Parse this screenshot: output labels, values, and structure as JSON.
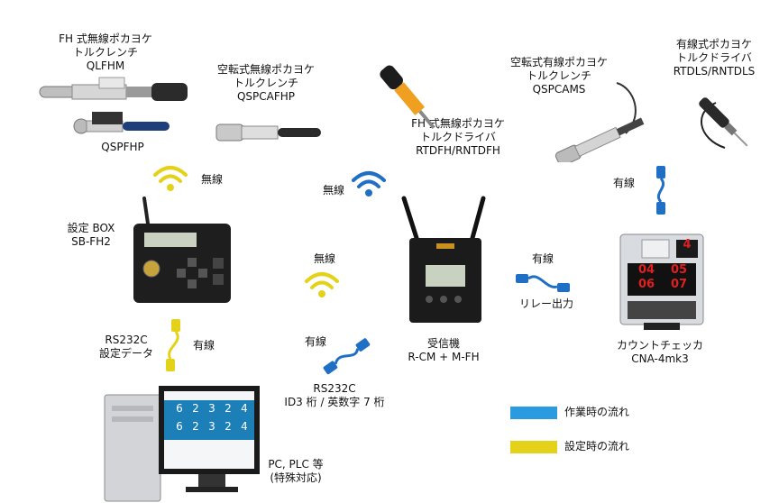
{
  "devices": {
    "qlfhm": {
      "lines": [
        "FH 式無線ポカヨケ",
        "トルクレンチ",
        "QLFHM"
      ]
    },
    "qspfhp": {
      "lines": [
        "QSPFHP"
      ]
    },
    "qspcafhp": {
      "lines": [
        "空転式無線ポカヨケ",
        "トルクレンチ",
        "QSPCAFHP"
      ]
    },
    "rtdfh": {
      "lines": [
        "FH 式無線ポカヨケ",
        "トルクドライバ",
        "RTDFH/RNTDFH"
      ]
    },
    "qspcams": {
      "lines": [
        "空転式有線ポカヨケ",
        "トルクレンチ",
        "QSPCAMS"
      ]
    },
    "rtdls": {
      "lines": [
        "有線式ポカヨケ",
        "トルクドライバ",
        "RTDLS/RNTDLS"
      ]
    },
    "sbfh2": {
      "lines": [
        "設定 BOX",
        "SB-FH2"
      ]
    },
    "receiver": {
      "lines": [
        "受信機",
        "R-CM + M-FH"
      ]
    },
    "cna": {
      "lines": [
        "カウントチェッカ",
        "CNA-4mk3"
      ],
      "display": [
        "04",
        "05",
        "06",
        "07"
      ],
      "digit": "4"
    },
    "pc": {
      "lines": [
        "PC, PLC 等",
        "(特殊対応)"
      ],
      "grid": [
        "6",
        "2",
        "3",
        "2",
        "4",
        "6",
        "2",
        "3",
        "2",
        "4"
      ]
    }
  },
  "links": {
    "wireless_top": "無線",
    "wireless_mid": "無線",
    "wireless_rcv": "無線",
    "wired_rtdls": "有線",
    "relay_wired": "有線",
    "relay_out": "リレー出力",
    "rs232_setting": [
      "RS232C",
      "設定データ"
    ],
    "rs232_wired_left": "有線",
    "rs232_wired_mid": "有線",
    "rs232_id": [
      "RS232C",
      "ID3 桁 / 英数字 7 桁"
    ]
  },
  "legend": [
    {
      "color": "#2a9be0",
      "label": "作業時の流れ"
    },
    {
      "color": "#e4d21a",
      "label": "設定時の流れ"
    }
  ],
  "colors": {
    "blue": "#1f6fc4",
    "yellow": "#e4d21a",
    "device_dark": "#222222",
    "display_red": "#e02020"
  }
}
